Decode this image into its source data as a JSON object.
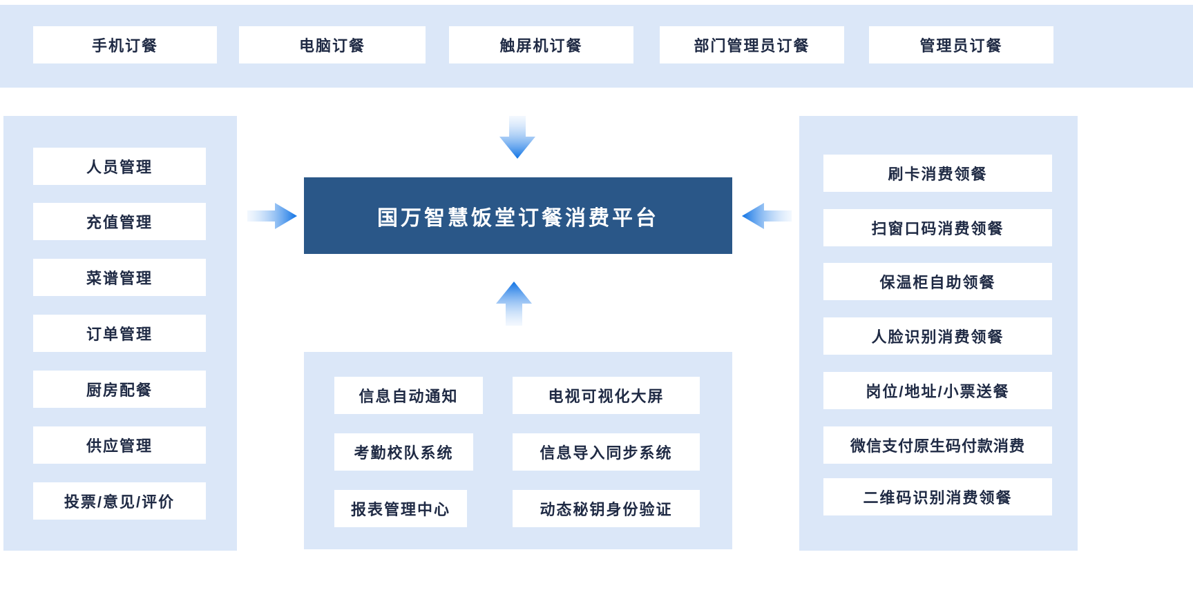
{
  "colors": {
    "panel_bg": "#dbe7f8",
    "card_bg": "#ffffff",
    "card_text": "#1f2a44",
    "center_bg": "#2a5788",
    "center_text": "#ffffff",
    "arrow_solid": "#0e72e4",
    "arrow_fade": "#cfe3fb"
  },
  "top_bar": {
    "items": [
      "手机订餐",
      "电脑订餐",
      "触屏机订餐",
      "部门管理员订餐",
      "管理员订餐"
    ]
  },
  "left_panel": {
    "items": [
      "人员管理",
      "充值管理",
      "菜谱管理",
      "订单管理",
      "厨房配餐",
      "供应管理",
      "投票/意见/评价"
    ]
  },
  "right_panel": {
    "items": [
      "刷卡消费领餐",
      "扫窗口码消费领餐",
      "保温柜自助领餐",
      "人脸识别消费领餐",
      "岗位/地址/小票送餐",
      "微信支付原生码付款消费",
      "二维码识别消费领餐"
    ]
  },
  "center": {
    "title": "国万智慧饭堂订餐消费平台"
  },
  "bottom_panel": {
    "left_items": [
      "信息自动通知",
      "考勤校队系统",
      "报表管理中心"
    ],
    "right_items": [
      "电视可视化大屏",
      "信息导入同步系统",
      "动态秘钥身份验证"
    ]
  }
}
